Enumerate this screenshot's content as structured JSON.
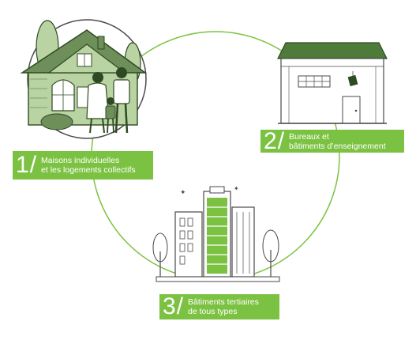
{
  "colors": {
    "accent": "#7cc242",
    "illustration_dark": "#2e4a22",
    "illustration_mid": "#6e8f5a",
    "illustration_light": "#b9d3a3",
    "outline": "#4a4a4a"
  },
  "items": [
    {
      "number": "1",
      "slash": "/",
      "line1": "Maisons individuelles",
      "line2": "et les logements collectifs",
      "icon": "house-family-icon"
    },
    {
      "number": "2",
      "slash": "/",
      "line1": "Bureaux et",
      "line2": "bâtiments d’enseignement",
      "icon": "shop-building-icon"
    },
    {
      "number": "3",
      "slash": "/",
      "line1": "Bâtiments tertiaires",
      "line2": "de tous types",
      "icon": "city-buildings-icon"
    }
  ]
}
